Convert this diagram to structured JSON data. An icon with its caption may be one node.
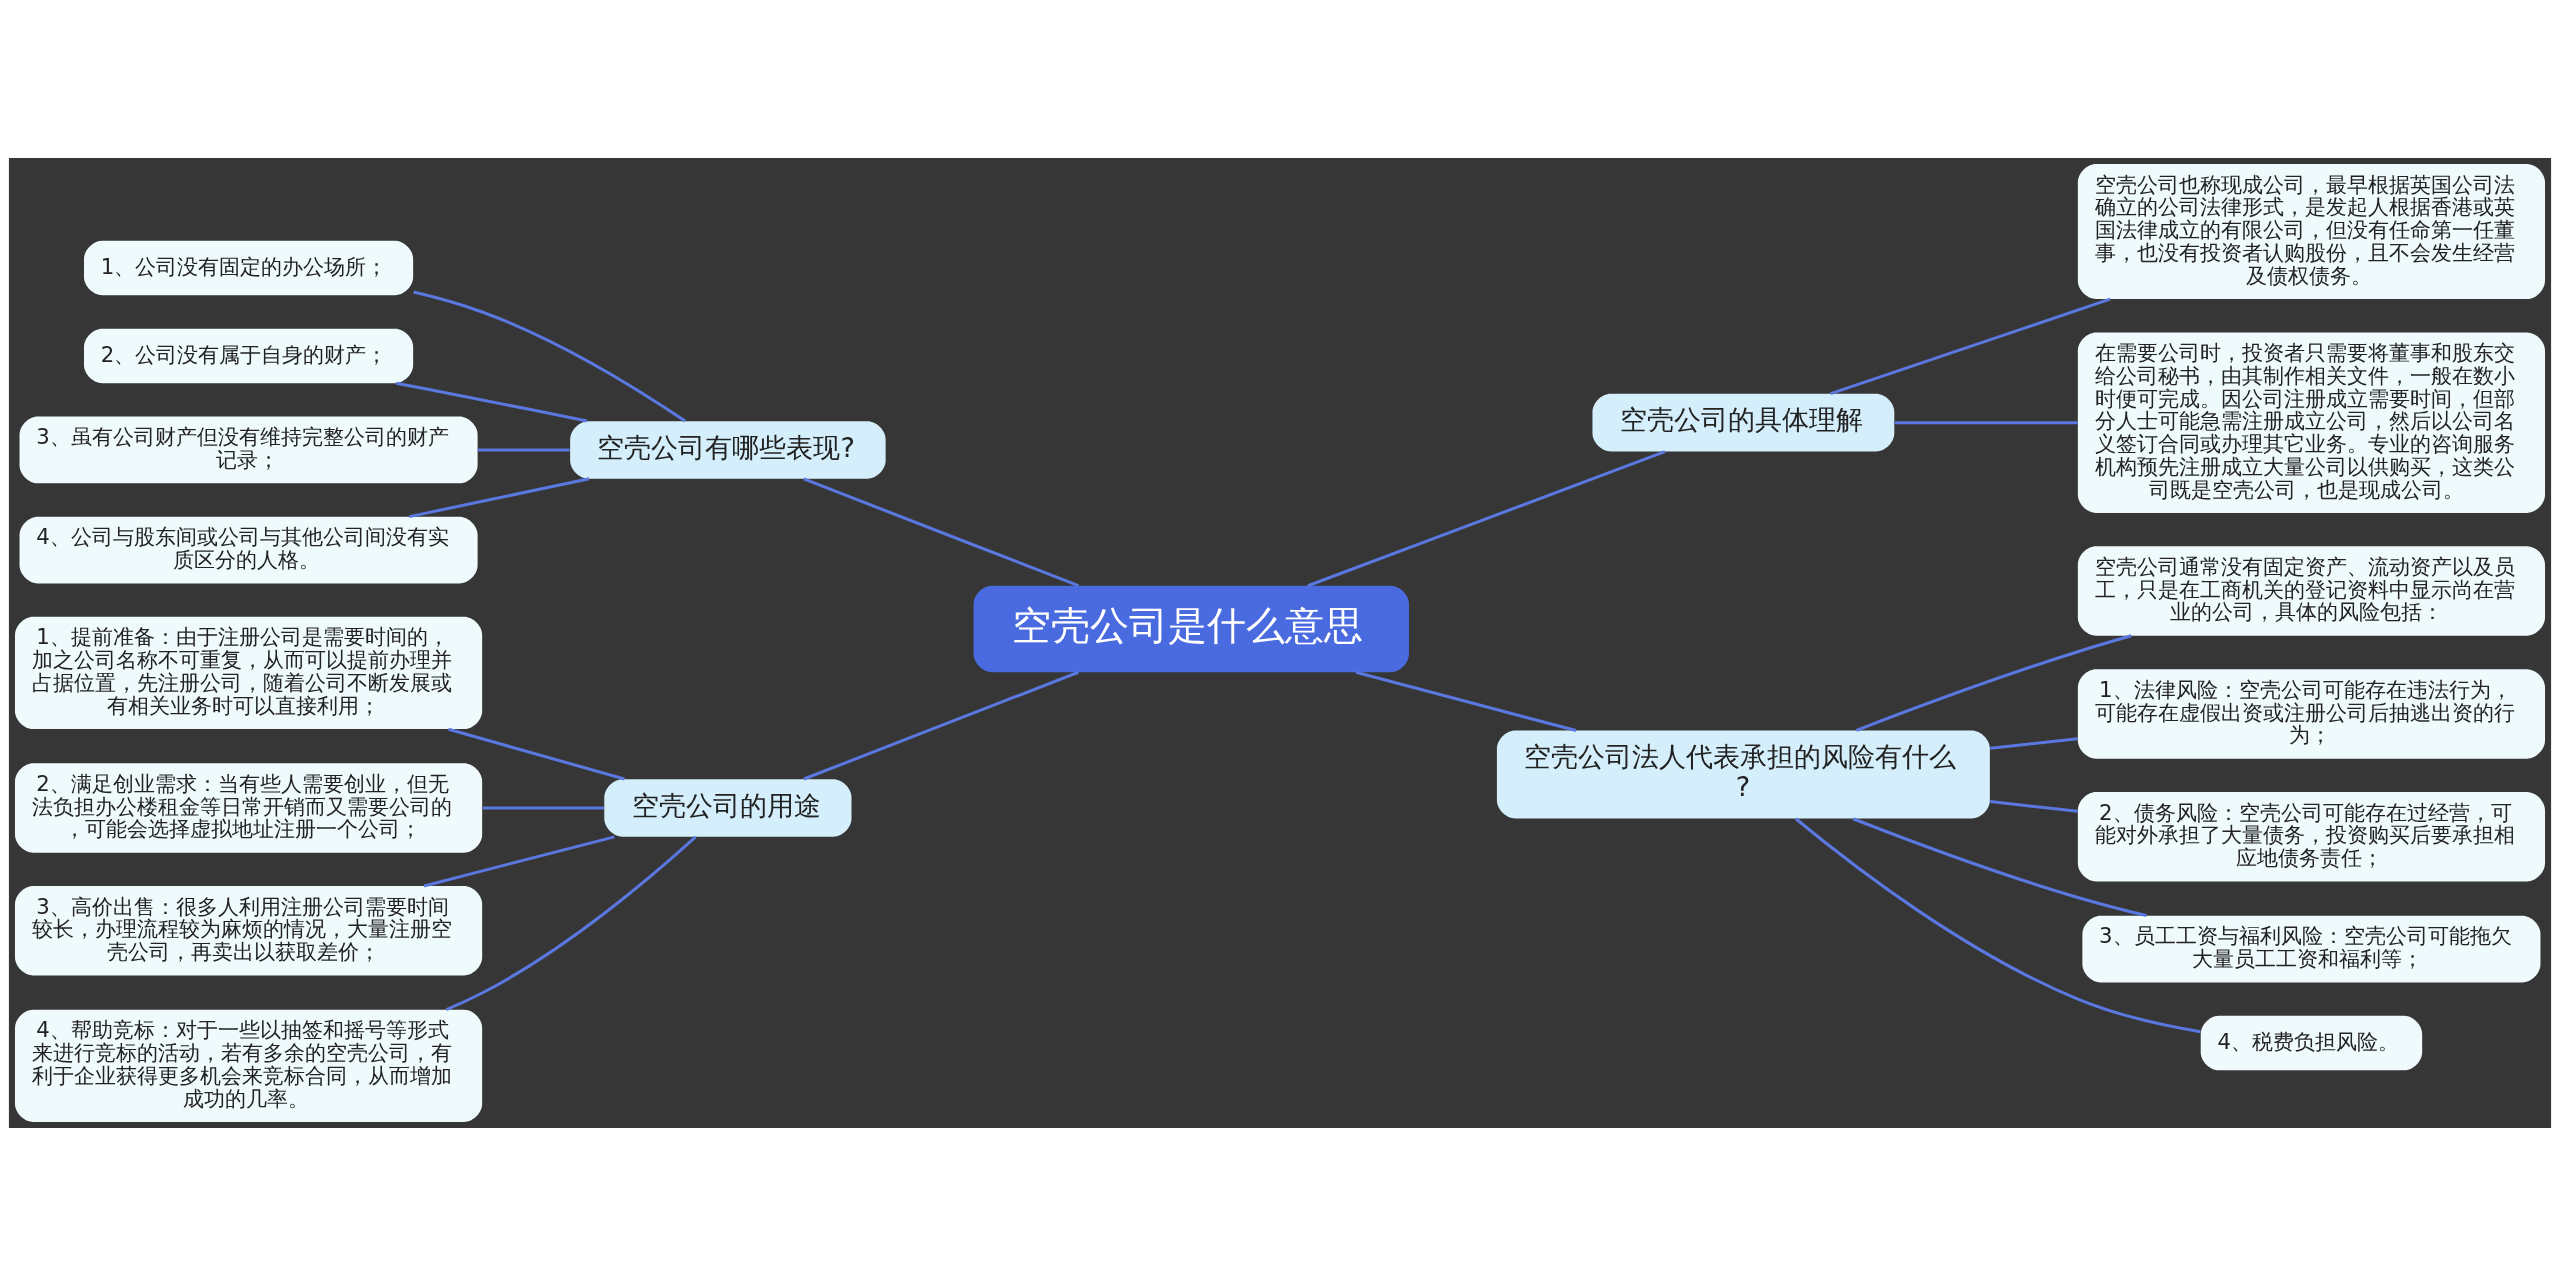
{
  "diagram": {
    "nodes": [
      {
        "text": [
          "空壳公司是什么意思"
        ]
      },
      {
        "text": [
          "空壳公司有哪些表现?"
        ]
      },
      {
        "text": [
          "1、公司没有固定的办公场所；"
        ]
      },
      {
        "text": [
          "2、公司没有属于自身的财产；"
        ]
      },
      {
        "text": [
          "3、虽有公司财产但没有维持完整公司的财产记录；"
        ]
      },
      {
        "text": [
          "4、公司与股东间或公司与其他公司间没有实质区分的人格。"
        ]
      },
      {
        "text": [
          "空壳公司的用途"
        ]
      },
      {
        "text": [
          "1、提前准备：由于注册公司是需要时间的，加之公司名称不可重复，从而可以提前办理并占据位置，先注册公司，随着公司不断发展或有相关业务时可以直接利用；"
        ]
      },
      {
        "text": [
          "2、满足创业需求：当有些人需要创业，但无法负担办公楼租金等日常开销而又需要公司的，可能会选择虚拟地址注册一个公司；"
        ]
      },
      {
        "text": [
          "3、高价出售：很多人利用注册公司需要时间较长，办理流程较为麻烦的情况，大量注册空壳公司，再卖出以获取差价；"
        ]
      },
      {
        "text": [
          "4、帮助竞标：对于一些以抽签和摇号等形式来进行竞标的活动，若有多余的空壳公司，有利于企业获得更多机会来竞标合同，从而增加成功的几率。"
        ]
      },
      {
        "text": [
          "空壳公司的具体理解"
        ]
      },
      {
        "text": [
          "空壳公司也称现成公司，最早根据英国公司法确立的公司法律形式，是发起人根据香港或英国法律成立的有限公司，但没有任命第一任董事，也没有投资者认购股份，且不会发生经营及债权债务。"
        ]
      },
      {
        "text": [
          "在需要公司时，投资者只需要将董事和股东交给公司秘书，由其制作相关文件，一般在数小时便可完成。因公司注册成立需要时间，但部分人士可能急需注册成立公司，然后以公司名义签订合同或办理其它业务。专业的咨询服务机构预先注册成立大量公司以供购买，这类公司既是空壳公司，也是现成公司。"
        ]
      },
      {
        "text": [
          "空壳公司法人代表承担的风险有什么?"
        ]
      },
      {
        "text": [
          "空壳公司通常没有固定资产、流动资产以及员工，只是在工商机关的登记资料中显示尚在营业的公司，具体的风险包括："
        ]
      },
      {
        "text": [
          "1、法律风险：空壳公司可能存在违法行为，可能存在虚假出资或注册公司后抽逃出资的行为；"
        ]
      },
      {
        "text": [
          "2、债务风险：空壳公司可能存在过经营，可能对外承担了大量债务，投资购买后要承担相应地债务责任；"
        ]
      },
      {
        "text": [
          "3、员工工资与福利风险：空壳公司可能拖欠大量员工工资和福利等；"
        ]
      },
      {
        "text": [
          "4、税费负担风险。"
        ]
      }
    ],
    "edges": [
      {
        "from": 0,
        "to": 1,
        "arrow": "none"
      },
      {
        "from": 1,
        "to": 2,
        "arrow": "none"
      },
      {
        "from": 1,
        "to": 3,
        "arrow": "none"
      },
      {
        "from": 1,
        "to": 4,
        "arrow": "none"
      },
      {
        "from": 1,
        "to": 5,
        "arrow": "none"
      },
      {
        "from": 0,
        "to": 6,
        "arrow": "none"
      },
      {
        "from": 6,
        "to": 7,
        "arrow": "none"
      },
      {
        "from": 6,
        "to": 8,
        "arrow": "none"
      },
      {
        "from": 6,
        "to": 9,
        "arrow": "none"
      },
      {
        "from": 6,
        "to": 10,
        "arrow": "none"
      },
      {
        "from": 0,
        "to": 11,
        "arrow": "none"
      },
      {
        "from": 11,
        "to": 12,
        "arrow": "none"
      },
      {
        "from": 11,
        "to": 13,
        "arrow": "none"
      },
      {
        "from": 0,
        "to": 14,
        "arrow": "none"
      },
      {
        "from": 14,
        "to": 15,
        "arrow": "none"
      },
      {
        "from": 14,
        "to": 16,
        "arrow": "none"
      },
      {
        "from": 14,
        "to": 17,
        "arrow": "none"
      },
      {
        "from": 14,
        "to": 18,
        "arrow": "none"
      },
      {
        "from": 14,
        "to": 19,
        "arrow": "none"
      }
    ]
  }
}
